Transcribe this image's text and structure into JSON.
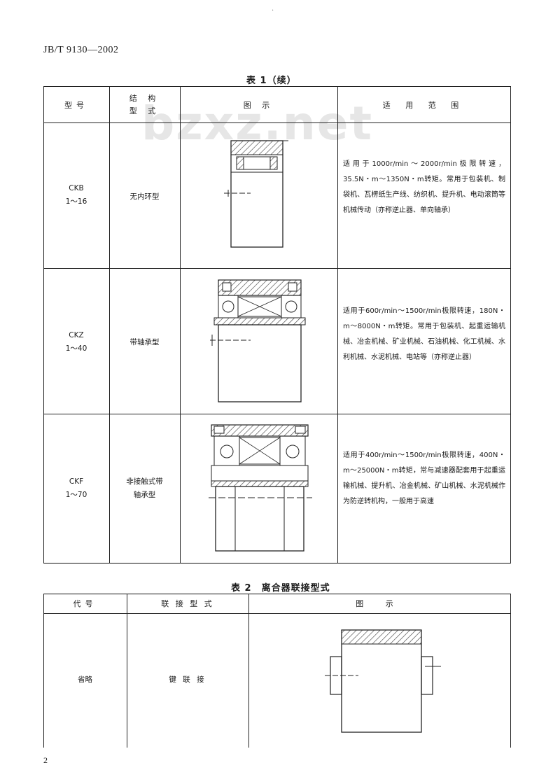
{
  "page": {
    "standard_code": "JB/T 9130—2002",
    "page_number": "2",
    "watermark": "bzxz.net"
  },
  "table1": {
    "caption": "表 1（续）",
    "headers": {
      "model": "型号",
      "structure_line1": "结 构",
      "structure_line2": "型 式",
      "figure": "图 示",
      "application": "适 用 范 围"
    },
    "rows": [
      {
        "model_line1": "CKB",
        "model_line2": "1～16",
        "structure": "无内环型",
        "application": "适用于1000r/min～2000r/min极限转速，35.5N・m～1350N・m转矩。常用于包装机、制袋机、瓦楞纸生产线、纺织机、提升机、电动滚筒等机械传动（亦称逆止器、单向轴承）"
      },
      {
        "model_line1": "CKZ",
        "model_line2": "1～40",
        "structure": "带轴承型",
        "application": "适用于600r/min～1500r/min极限转速，180N・m～8000N・m转矩。常用于包装机、起重运输机械、冶金机械、矿业机械、石油机械、化工机械、水利机械、水泥机械、电站等（亦称逆止器）"
      },
      {
        "model_line1": "CKF",
        "model_line2": "1～70",
        "structure_line1": "非接触式带",
        "structure_line2": "轴承型",
        "application": "适用于400r/min～1500r/min极限转速，400N・m～25000N・m转矩，常与减速器配套用于起重运输机械、提升机、冶金机械、矿山机械、水泥机械作为防逆转机构，一般用于高速"
      }
    ]
  },
  "table2": {
    "caption": "表 2　离合器联接型式",
    "headers": {
      "code": "代号",
      "connection": "联 接 型 式",
      "figure": "图 示"
    },
    "rows": [
      {
        "code": "省略",
        "connection": "键 联 接"
      }
    ]
  },
  "colors": {
    "ink": "#1a1a1a",
    "watermark": "#e6e6e6",
    "hatch": "#333333"
  },
  "icons": [
    "clutch-drawing-ckb",
    "clutch-drawing-ckz",
    "clutch-drawing-ckf",
    "key-connection-drawing"
  ]
}
